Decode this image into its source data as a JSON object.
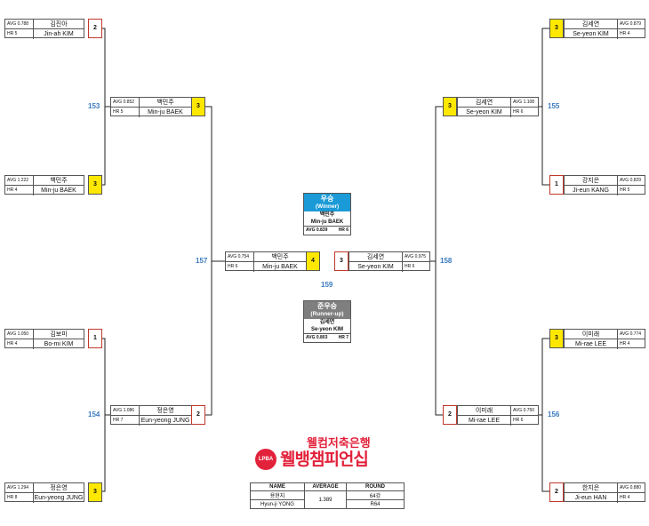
{
  "players": {
    "r64_1": {
      "avg": "AVG 0.788",
      "hr": "HR 5",
      "ko": "김진아",
      "en": "Jin-ah KIM",
      "score": "2"
    },
    "r64_2": {
      "avg": "AVG 1.222",
      "hr": "HR 4",
      "ko": "백민주",
      "en": "Min-ju BAEK",
      "score": "3"
    },
    "r64_3": {
      "avg": "AVG 1.050",
      "hr": "HR 4",
      "ko": "김보미",
      "en": "Bo-mi KIM",
      "score": "1"
    },
    "r64_4": {
      "avg": "AVG 1.294",
      "hr": "HR 8",
      "ko": "정은영",
      "en": "Eun-yeong JUNG",
      "score": "3"
    },
    "r64_5": {
      "avg": "AVG 0.879",
      "hr": "HR 4",
      "ko": "김세연",
      "en": "Se-yeon KIM",
      "score": "3"
    },
    "r64_6": {
      "avg": "AVG 0.829",
      "hr": "HR 5",
      "ko": "강지은",
      "en": "Ji-eun KANG",
      "score": "1"
    },
    "r64_7": {
      "avg": "AVG 0.774",
      "hr": "HR 4",
      "ko": "이미래",
      "en": "Mi-rae LEE",
      "score": "3"
    },
    "r64_8": {
      "avg": "AVG 0.880",
      "hr": "HR 4",
      "ko": "한지은",
      "en": "Ji-eun HAN",
      "score": "2"
    },
    "r32_1": {
      "avg": "AVG 0.852",
      "hr": "HR 5",
      "ko": "백민주",
      "en": "Min-ju BAEK",
      "score": "3"
    },
    "r32_2": {
      "avg": "AVG 1.086",
      "hr": "HR 7",
      "ko": "정은영",
      "en": "Eun-yeong JUNG",
      "score": "2"
    },
    "r32_3": {
      "avg": "AVG 1.108",
      "hr": "HR 6",
      "ko": "김세연",
      "en": "Se-yeon KIM",
      "score": "3"
    },
    "r32_4": {
      "avg": "AVG 0.750",
      "hr": "HR 6",
      "ko": "이미래",
      "en": "Mi-rae LEE",
      "score": "2"
    },
    "final_l": {
      "avg": "AVG 0.754",
      "hr": "HR 6",
      "ko": "백민주",
      "en": "Min-ju BAEK",
      "score": "4"
    },
    "final_r": {
      "avg": "AVG 0.975",
      "hr": "HR 6",
      "ko": "김세연",
      "en": "Se-yeon KIM",
      "score": "3"
    }
  },
  "match_numbers": {
    "m153": "153",
    "m154": "154",
    "m155": "155",
    "m156": "156",
    "m157": "157",
    "m158": "158",
    "m159": "159"
  },
  "winner": {
    "title": "우승",
    "subtitle": "(Winner)",
    "ko": "백민주",
    "en": "Min-ju BAEK",
    "avg": "AVG 0.839",
    "hr": "HR 6",
    "color": "#1a9ad6"
  },
  "runner_up": {
    "title": "준우승",
    "subtitle": "(Runner-up)",
    "ko": "김세연",
    "en": "Se-yeon KIM",
    "avg": "AVG 0.803",
    "hr": "HR 7",
    "color": "#7f7f7f"
  },
  "logo": {
    "top": "웰컴저축은행",
    "bottom": "웰뱅챔피언십",
    "badge": "LPBA"
  },
  "info_table": {
    "headers": [
      "NAME",
      "AVERAGE",
      "ROUND"
    ],
    "name_ko": "용현지",
    "name_en": "Hyun-ji YONG",
    "average": "1.389",
    "round_ko": "64강",
    "round_en": "R64"
  },
  "colors": {
    "winner_score": "#ffe800",
    "loser_border": "#c0392b",
    "match_number": "#3b7bbf",
    "line": "#222222"
  }
}
